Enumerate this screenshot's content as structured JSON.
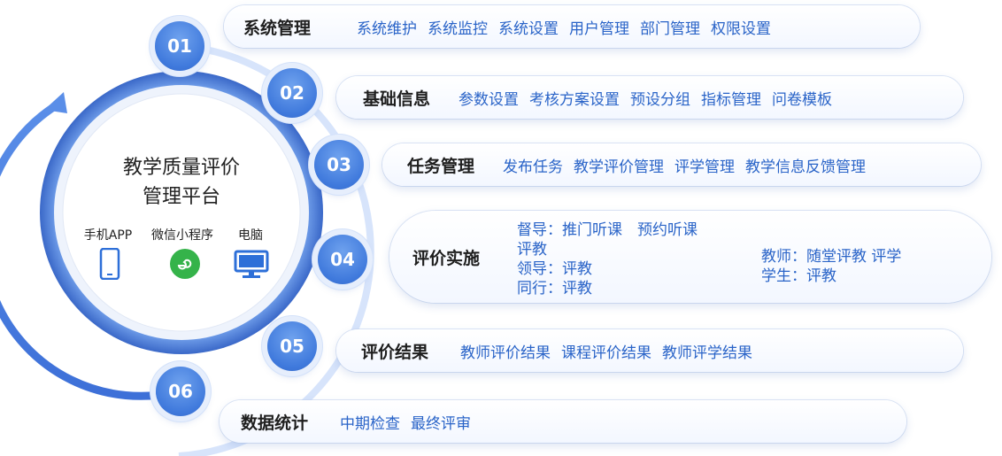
{
  "hub": {
    "title_line1": "教学质量评价",
    "title_line2": "管理平台",
    "devices": [
      {
        "label": "手机APP",
        "icon": "mobile-phone-icon"
      },
      {
        "label": "微信小程序",
        "icon": "wechat-mini-program-icon"
      },
      {
        "label": "电脑",
        "icon": "desktop-computer-icon"
      }
    ]
  },
  "steps": [
    {
      "num": "01",
      "title": "系统管理",
      "items": [
        "系统维护",
        "系统监控",
        "系统设置",
        "用户管理",
        "部门管理",
        "权限设置"
      ]
    },
    {
      "num": "02",
      "title": "基础信息",
      "items": [
        "参数设置",
        "考核方案设置",
        "预设分组",
        "指标管理",
        "问卷模板"
      ]
    },
    {
      "num": "03",
      "title": "任务管理",
      "items": [
        "发布任务",
        "教学评价管理",
        "评学管理",
        "教学信息反馈管理"
      ]
    },
    {
      "num": "04",
      "title": "评价实施",
      "lines": {
        "l1": "督导：推门听课　预约听课",
        "l2": "评教",
        "l3": "领导：评教",
        "l4": "同行：评教",
        "r1": "教师：随堂评教 评学",
        "r2": "学生：评教"
      }
    },
    {
      "num": "05",
      "title": "评价结果",
      "items": [
        "教师评价结果",
        "课程评价结果",
        "教师评学结果"
      ]
    },
    {
      "num": "06",
      "title": "数据统计",
      "items": [
        "中期检查",
        "最终评审"
      ]
    }
  ],
  "colors": {
    "accent": "#2a64c8",
    "circle": "#3f79dc",
    "ring_light": "#d7e4fb"
  }
}
